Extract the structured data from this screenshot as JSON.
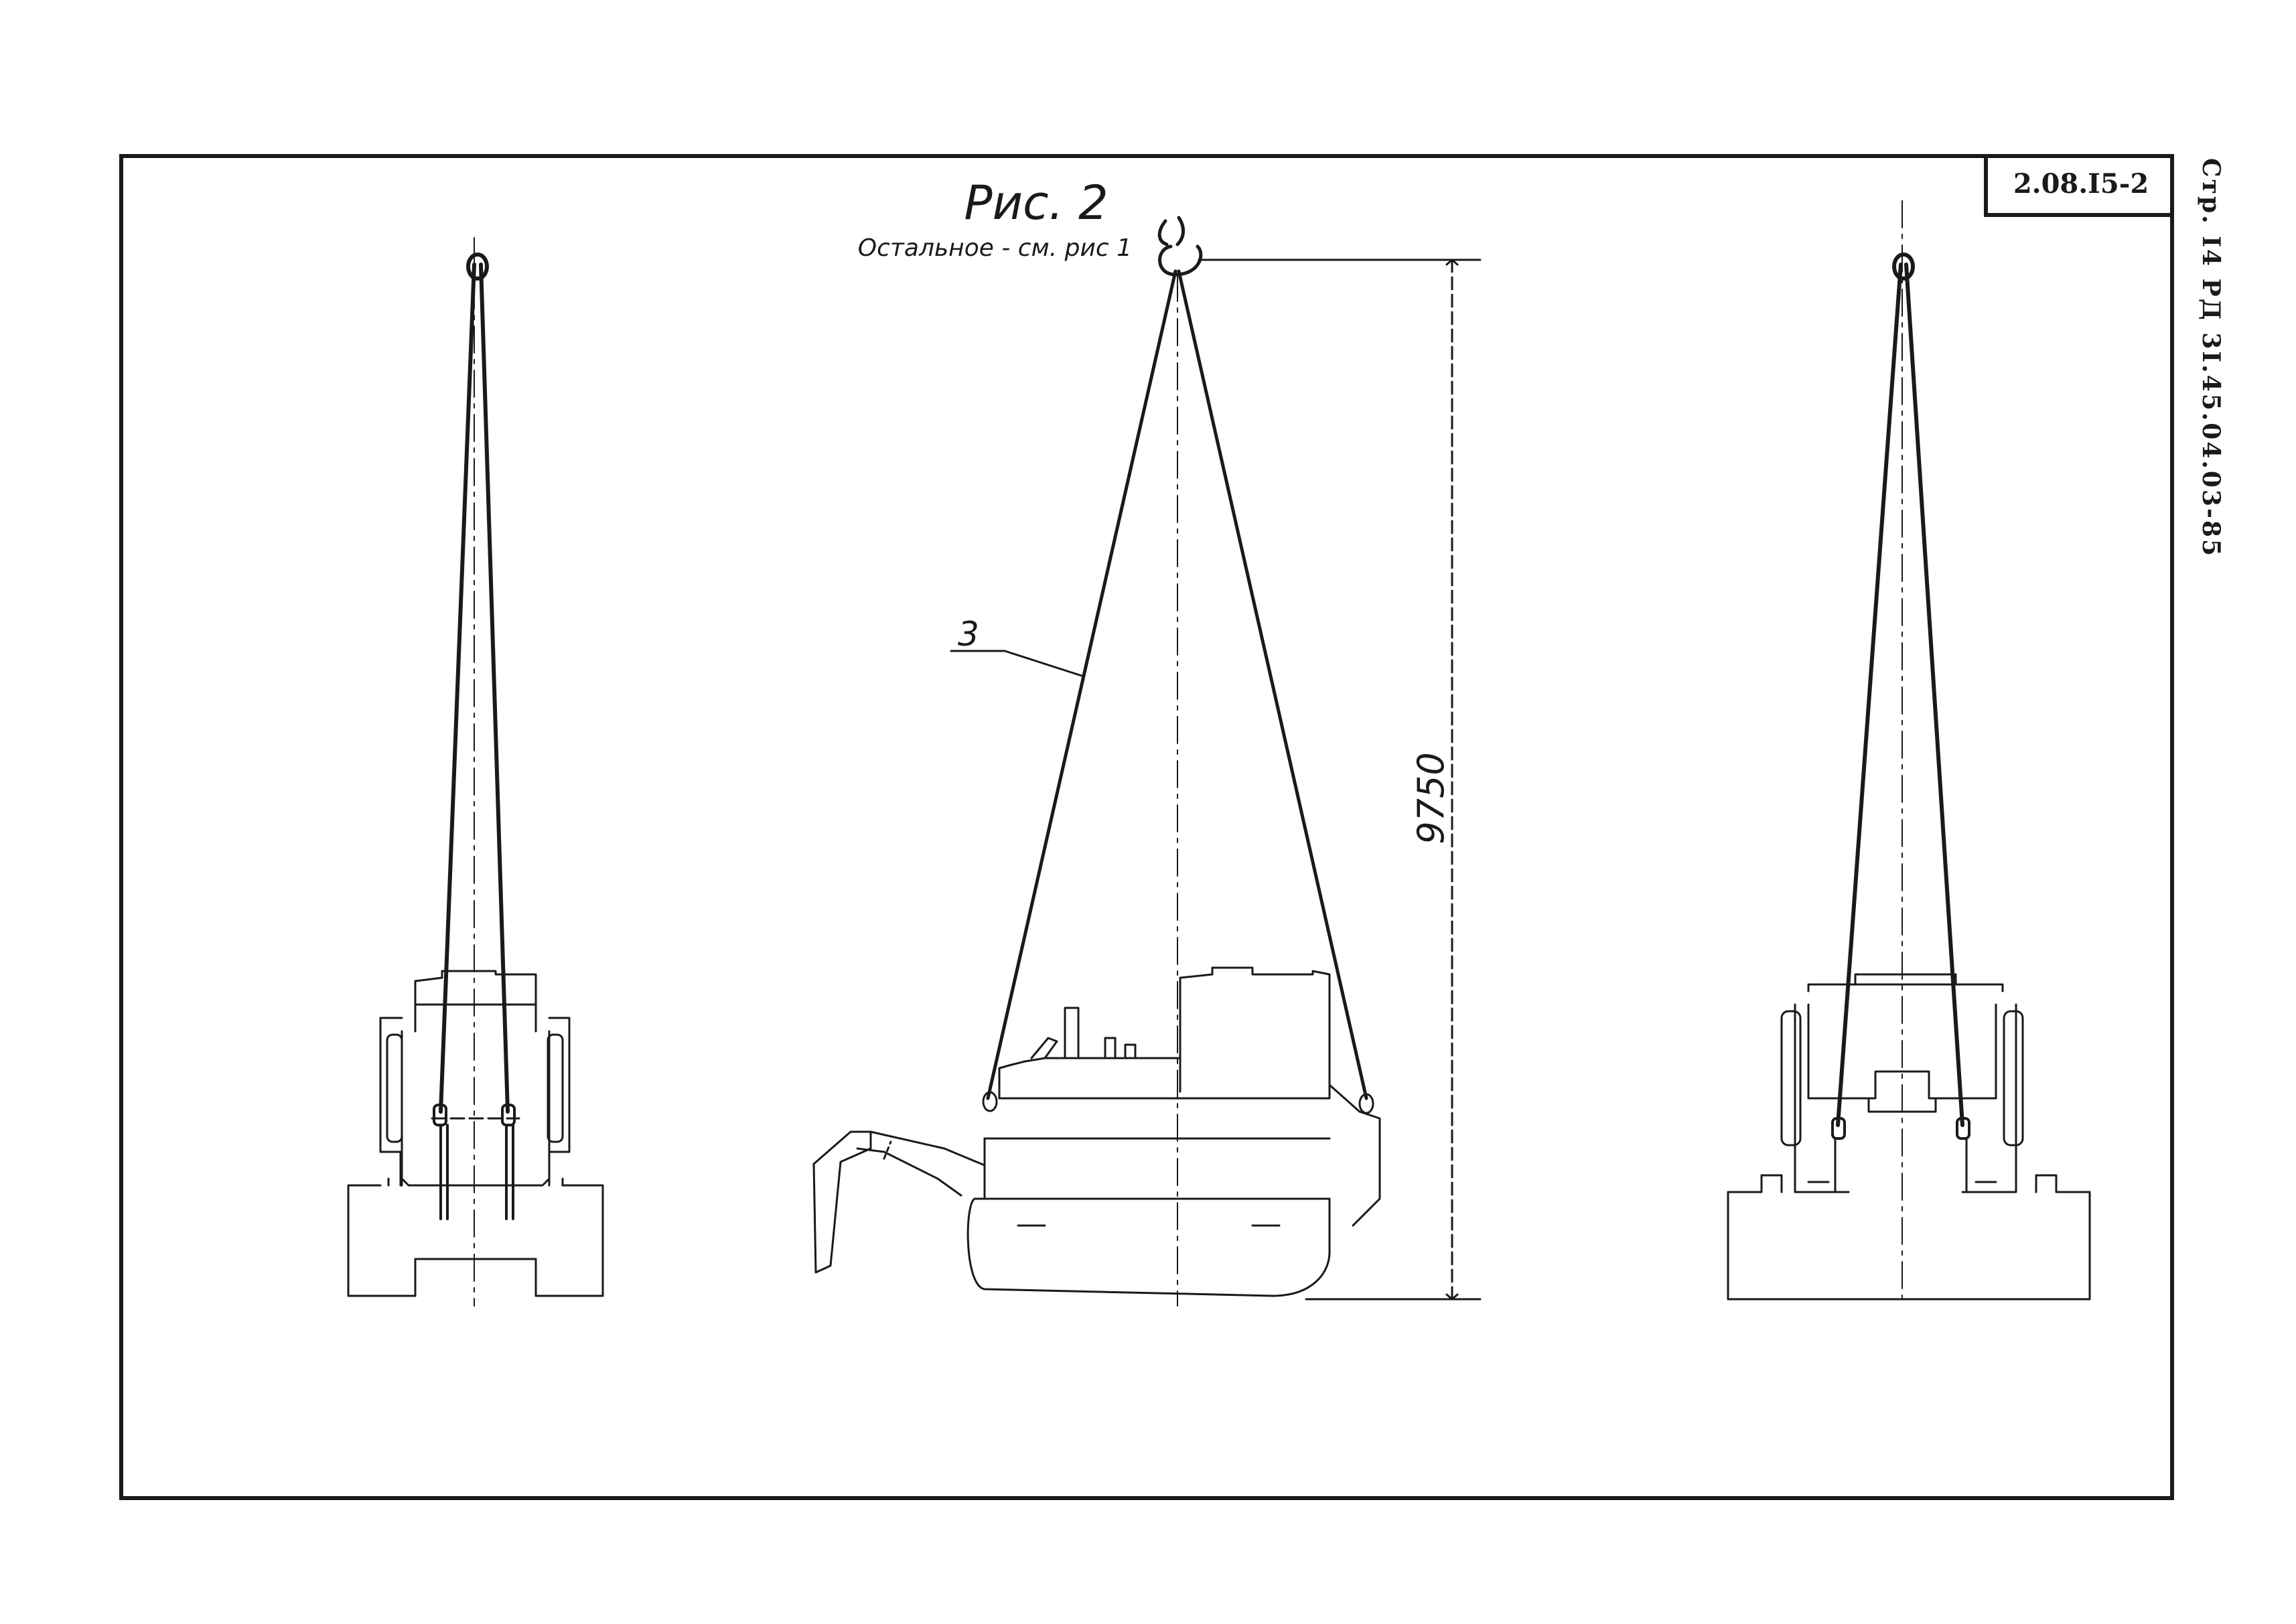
{
  "sheet": {
    "stamp_code": "2.08.I5-2",
    "side_code": "Стр. I4 РД 3I.45.04.03-85"
  },
  "figure": {
    "title": "Рис. 2",
    "note": "Остальное - см. рис 1",
    "callout": "3",
    "dimension": "9750"
  },
  "colors": {
    "ink": "#1a1a1a",
    "paper": "#ffffff"
  }
}
